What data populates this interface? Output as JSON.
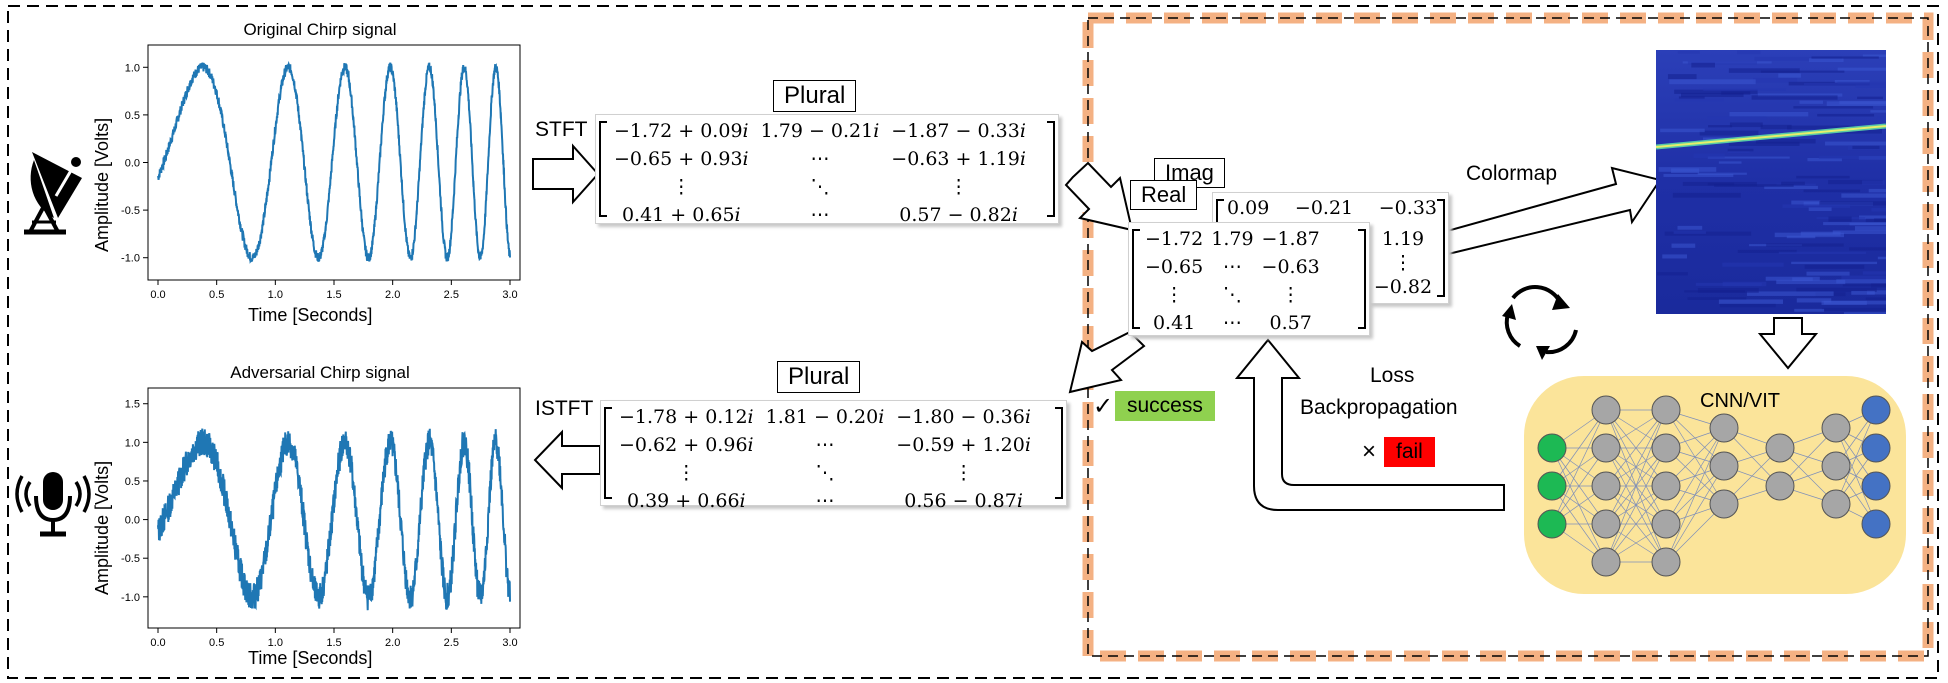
{
  "plots": {
    "original": {
      "title": "Original Chirp signal",
      "xlabel": "Time [Seconds]",
      "ylabel": "Amplitude [Volts]",
      "xticks": [
        "0.0",
        "0.5",
        "1.0",
        "1.5",
        "2.0",
        "2.5",
        "3.0"
      ],
      "yticks": [
        "1.0",
        "0.5",
        "0.0",
        "-0.5",
        "-1.0"
      ]
    },
    "adversarial": {
      "title": "Adversarial Chirp signal",
      "xlabel": "Time [Seconds]",
      "ylabel": "Amplitude [Volts]",
      "xticks": [
        "0.0",
        "0.5",
        "1.0",
        "1.5",
        "2.0",
        "2.5",
        "3.0"
      ],
      "yticks": [
        "1.5",
        "1.0",
        "0.5",
        "0.0",
        "-0.5",
        "-1.0"
      ]
    }
  },
  "chart_data": [
    {
      "type": "line",
      "title": "Original Chirp signal",
      "xlabel": "Time [Seconds]",
      "ylabel": "Amplitude [Volts]",
      "xlim": [
        0,
        3.0
      ],
      "ylim": [
        -1.15,
        1.15
      ],
      "chirp": {
        "amplitude": 1.0,
        "f0": 0.5,
        "f1": 4.0,
        "duration": 3.0,
        "noise": 0.05
      }
    },
    {
      "type": "line",
      "title": "Adversarial Chirp signal",
      "xlabel": "Time [Seconds]",
      "ylabel": "Amplitude [Volts]",
      "xlim": [
        0,
        3.0
      ],
      "ylim": [
        -1.3,
        1.6
      ],
      "chirp": {
        "amplitude": 1.0,
        "f0": 0.5,
        "f1": 4.0,
        "duration": 3.0,
        "noise": 0.18
      }
    }
  ],
  "labels": {
    "stft": "STFT",
    "istft": "ISTFT",
    "plural_top": "Plural",
    "plural_bottom": "Plural",
    "imag": "Imag",
    "real": "Real",
    "colormap": "Colormap",
    "loss": "Loss",
    "backprop": "Backpropagation",
    "success": "success",
    "fail": "fail",
    "check": "✓",
    "cross": "×",
    "model": "CNN/VIT"
  },
  "matrices": {
    "plural_top": [
      [
        "−1.72 + 0.09𝑖",
        "1.79 − 0.21𝑖",
        "−1.87 − 0.33𝑖"
      ],
      [
        "−0.65 + 0.93𝑖",
        "⋯",
        "−0.63 + 1.19𝑖"
      ],
      [
        "⋮",
        "⋱",
        "⋮"
      ],
      [
        "0.41 + 0.65𝑖",
        "⋯",
        "0.57 − 0.82𝑖"
      ]
    ],
    "plural_bottom": [
      [
        "−1.78 + 0.12𝑖",
        "1.81 − 0.20𝑖",
        "−1.80 − 0.36𝑖"
      ],
      [
        "−0.62 + 0.96𝑖",
        "⋯",
        "−0.59 + 1.20𝑖"
      ],
      [
        "⋮",
        "⋱",
        "⋮"
      ],
      [
        "0.39 + 0.66𝑖",
        "⋯",
        "0.56 − 0.87𝑖"
      ]
    ],
    "imag_top_row": [
      "0.09",
      "−0.21",
      "−0.33"
    ],
    "imag_right_col": [
      "1.19",
      "⋮",
      "−0.82"
    ],
    "real": [
      [
        "−1.72",
        "1.79",
        "−1.87"
      ],
      [
        "−0.65",
        "⋯",
        "−0.63"
      ],
      [
        "⋮",
        "⋱",
        "⋮"
      ],
      [
        "0.41",
        "⋯",
        "0.57"
      ]
    ]
  },
  "colors": {
    "signal": "#1f77b4",
    "orange_frame": "#f4b183",
    "yellow_panel": "#fbe49a",
    "success": "#8fd14f",
    "fail": "#ff0000",
    "input_node": "#1db954",
    "hidden_node": "#a6a6a6",
    "output_node": "#4472c4",
    "spectrogram": "#1a2a9c"
  }
}
